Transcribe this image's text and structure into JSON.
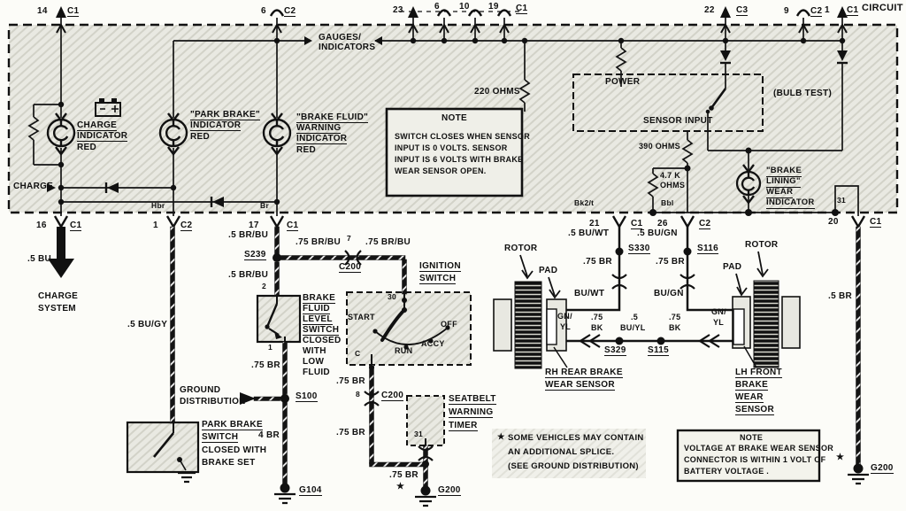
{
  "header": {
    "circuit_label": "CIRCUIT"
  },
  "connectors": {
    "top_c14": {
      "pin": "14",
      "code": "C1"
    },
    "top_c6": {
      "pin": "6",
      "code": "C2"
    },
    "top_group": {
      "p1": "23",
      "p2": "6",
      "p3": "10",
      "p4": "19",
      "code": "C1"
    },
    "top_c22": {
      "pin": "22",
      "code": "C3"
    },
    "top_c9": {
      "pin": "9",
      "code": "C2"
    },
    "top_c1": {
      "pin": "1",
      "code": "C1"
    },
    "bot_c16": {
      "pin": "16",
      "code": "C1"
    },
    "bot_c1": {
      "pin": "1",
      "code": "C2"
    },
    "bot_c17": {
      "pin": "17",
      "code": "C1"
    },
    "bot_c21": {
      "pin": "21",
      "code": "C1"
    },
    "bot_c26": {
      "pin": "26",
      "code": "C2"
    },
    "bot_c20": {
      "pin": "20",
      "code": "C1"
    },
    "inline_c200a": {
      "pin": "7",
      "code": "C200"
    },
    "inline_c200b": {
      "pin": "8",
      "code": "C200"
    }
  },
  "cluster": {
    "gauges": {
      "l1": "GAUGES/",
      "l2": "INDICATORS"
    },
    "charge_tap": "CHARGE",
    "charge_ind": {
      "l1": "CHARGE",
      "l2": "INDICATOR",
      "color": "RED"
    },
    "park_ind": {
      "l1": "\"PARK BRAKE\"",
      "l2": "INDICATOR",
      "color": "RED"
    },
    "fluid_ind": {
      "l1": "\"BRAKE FLUID\"",
      "l2": "WARNING",
      "l3": "INDICATOR",
      "color": "RED"
    },
    "lining_ind": {
      "l1": "\"BRAKE",
      "l2": "LINING\"",
      "l3": "WEAR",
      "l4": "INDICATOR"
    },
    "r220": "220 OHMS",
    "r390": "390 OHMS",
    "r47k": {
      "l1": "4.7 K",
      "l2": "OHMS"
    },
    "module": {
      "power": "POWER",
      "sensor_input": "SENSOR INPUT",
      "bulb_test": "(BULB TEST)"
    },
    "note": {
      "title": "NOTE",
      "l1": "SWITCH CLOSES WHEN SENSOR",
      "l2": "INPUT IS 0 VOLTS.  SENSOR",
      "l3": "INPUT IS 6 VOLTS WITH BRAKE",
      "l4": "WEAR SENSOR OPEN."
    },
    "tags": {
      "t1": "Hbr",
      "t2": "Br",
      "t3": "Bk2/t",
      "t4": "Bbl",
      "t5": "31"
    }
  },
  "charge_branch": {
    "wire": ".5 BU",
    "sys1": "CHARGE",
    "sys2": "SYSTEM"
  },
  "park_branch": {
    "wire": ".5 BU/GY",
    "sw1": "PARK BRAKE",
    "sw2": "SWITCH",
    "sw3": "CLOSED WITH",
    "sw4": "BRAKE SET",
    "gnd1": "GROUND",
    "gnd2": "DISTRIBUTION"
  },
  "fluid_branch": {
    "wire_a": ".5 BR/BU",
    "s239": "S239",
    "wire_b": ".5 BR/BU",
    "term2": "2",
    "term1": "1",
    "sw": {
      "l1": "BRAKE",
      "l2": "FLUID",
      "l3": "LEVEL",
      "l4": "SWITCH",
      "l5": "CLOSED",
      "l6": "WITH",
      "l7": "LOW",
      "l8": "FLUID"
    },
    "wire_c": ".75 BR",
    "s100": "S100",
    "wire_d": "4 BR",
    "g104": "G104"
  },
  "ignition_branch": {
    "wire_a": ".75 BR/BU",
    "wire_b": ".75 BR/BU",
    "title1": "IGNITION",
    "title2": "SWITCH",
    "term30": "30",
    "start": "START",
    "off": "OFF",
    "accy": "ACCY",
    "run": "RUN",
    "termc": "C",
    "wire_c": ".75 BR",
    "wire_d": ".75 BR"
  },
  "timer_branch": {
    "title1": "SEATBELT",
    "title2": "WARNING",
    "title3": "TIMER",
    "term31": "31",
    "wire": ".75 BR",
    "star": "★",
    "g200": "G200"
  },
  "sensors": {
    "rh": {
      "rotor": "ROTOR",
      "pad": "PAD",
      "wire_a": ".5 BU/WT",
      "s330": "S330",
      "wire_b": ".75 BR",
      "wire_c": "BU/WT",
      "gnyl1": "GN/",
      "gnyl2": "YL",
      "bk1": ".75",
      "bk2": "BK",
      "n1": "RH REAR BRAKE",
      "n2": "WEAR SENSOR"
    },
    "mid": {
      "buyl1": ".5",
      "buyl2": "BU/YL",
      "s329": "S329",
      "s115": "S115"
    },
    "lh": {
      "rotor": "ROTOR",
      "pad": "PAD",
      "wire_a": ".5 BU/GN",
      "s116": "S116",
      "wire_b": ".75 BR",
      "wire_c": "BU/GN",
      "bk1": ".75",
      "bk2": "BK",
      "gnyl1": "GN/",
      "gnyl2": "YL",
      "n1": "LH FRONT",
      "n2": "BRAKE",
      "n3": "WEAR",
      "n4": "SENSOR"
    },
    "right": {
      "wire": ".5 BR",
      "star": "★",
      "g200": "G200"
    }
  },
  "notes": {
    "star": {
      "star": "★",
      "l1": "SOME VEHICLES MAY CONTAIN",
      "l2": "AN ADDITIONAL SPLICE.",
      "l3": "(SEE GROUND DISTRIBUTION)"
    },
    "voltage": {
      "title": "NOTE",
      "l1": "VOLTAGE AT BRAKE WEAR SENSOR",
      "l2": "CONNECTOR IS WITHIN 1 VOLT OF",
      "l3": "BATTERY VOLTAGE ."
    }
  }
}
